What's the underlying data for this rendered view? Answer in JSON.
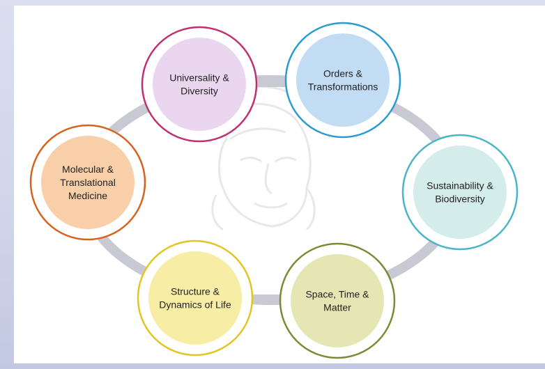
{
  "nodes": [
    {
      "id": "universality",
      "lines": [
        "Universality &",
        "Diversity"
      ],
      "ring_color": "#c0306e",
      "fill_color": "#ead6ee"
    },
    {
      "id": "orders",
      "lines": [
        "Orders &",
        "Transformations"
      ],
      "ring_color": "#2a9bd1",
      "fill_color": "#c2dcf4"
    },
    {
      "id": "sustainability",
      "lines": [
        "Sustainability &",
        "Biodiversity"
      ],
      "ring_color": "#4ab5c8",
      "fill_color": "#d4ecea"
    },
    {
      "id": "space",
      "lines": [
        "Space, Time &",
        "Matter"
      ],
      "ring_color": "#7a8a35",
      "fill_color": "#e6e6b4"
    },
    {
      "id": "structure",
      "lines": [
        "Structure &",
        "Dynamics of Life"
      ],
      "ring_color": "#e3c51f",
      "fill_color": "#f8eda4"
    },
    {
      "id": "molecular",
      "lines": [
        "Molecular &",
        "Translational",
        "Medicine"
      ],
      "ring_color": "#d8611d",
      "fill_color": "#f8cfa8"
    }
  ],
  "connector_color": "#c9c9d3",
  "watermark": "portrait-watermark"
}
